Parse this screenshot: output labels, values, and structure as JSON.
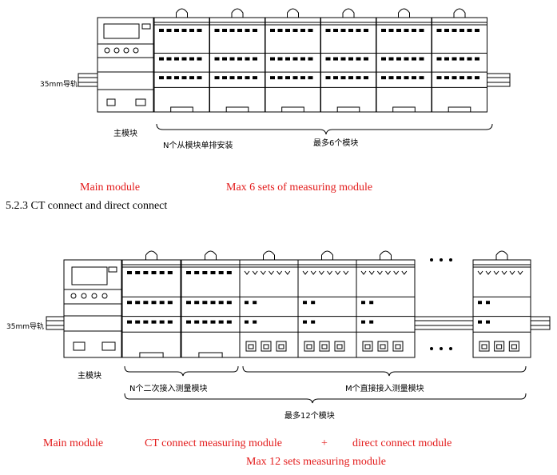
{
  "top": {
    "rail_label": "35mm导轨",
    "main_label": "主模块",
    "brace_label": "N个从模块单排安装",
    "max_label": "最多6个模块",
    "caption_main": "Main module",
    "caption_max": "Max  6 sets of measuring module"
  },
  "section_heading": "5.2.3 CT connect and direct connect",
  "bottom": {
    "rail_label": "35mm导轨",
    "main_label": "主模块",
    "brace_ct_label": "N个二次接入测量模块",
    "brace_direct_label": "M个直接接入测量模块",
    "brace_max_label": "最多12个模块",
    "caption_main": "Main module",
    "caption_ct": "CT connect measuring module",
    "caption_plus": "+",
    "caption_direct": "direct connect module",
    "caption_max": "Max 12 sets measuring module"
  }
}
